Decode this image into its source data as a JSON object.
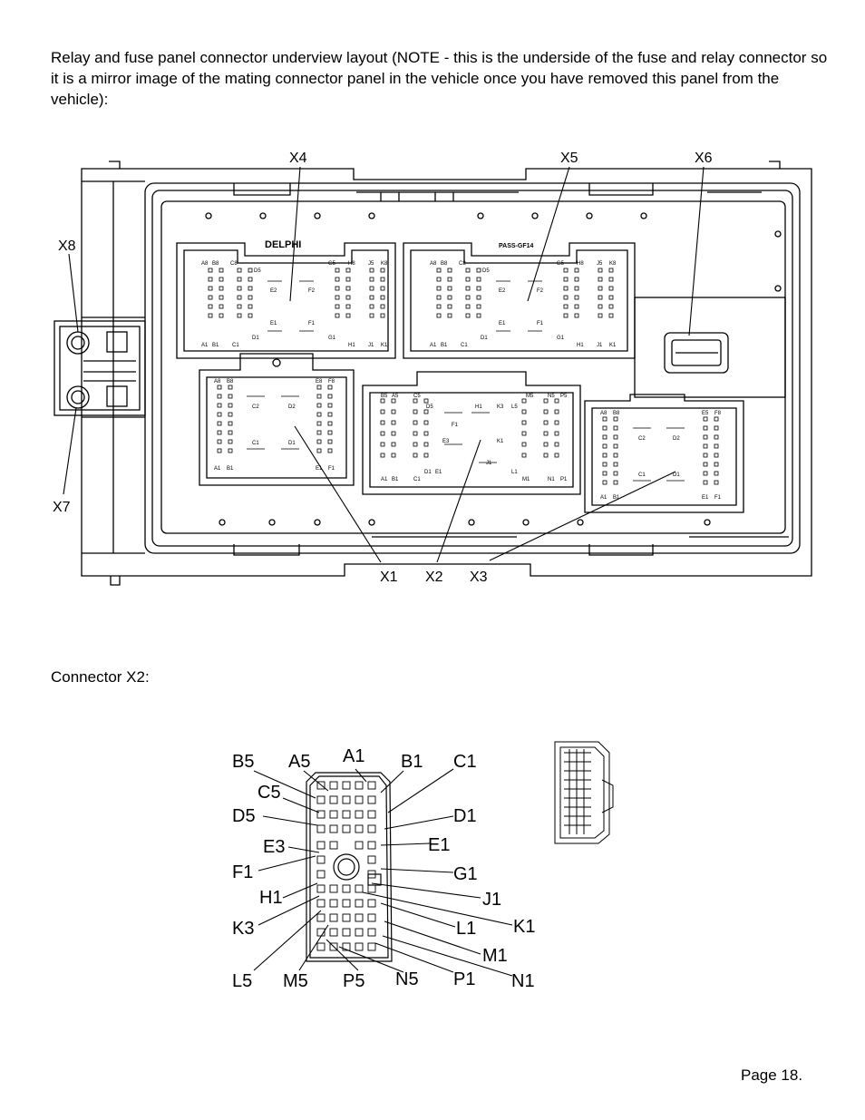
{
  "intro_text": "Relay and fuse panel connector underview layout (NOTE - this is the underside of the fuse and relay connector so it is a mirror image of the mating connector panel in the vehicle once you have removed this panel from the vehicle):",
  "panel_diagram": {
    "brand_label": "DELPHI",
    "part_label": "PASS-GF14",
    "callouts": [
      "X4",
      "X5",
      "X6",
      "X8",
      "X7",
      "X1",
      "X2",
      "X3"
    ],
    "connector_x4_pins": [
      "A8",
      "B8",
      "C8",
      "D5",
      "G5",
      "H8",
      "J5",
      "K8",
      "E2",
      "F2",
      "E1",
      "F1",
      "A1",
      "B1",
      "C1",
      "D1",
      "G1",
      "H1",
      "J1",
      "K1"
    ],
    "connector_x5_pins": [
      "A8",
      "B8",
      "C8",
      "D5",
      "G5",
      "H8",
      "J5",
      "K8",
      "E2",
      "F2",
      "E1",
      "F1",
      "A1",
      "B1",
      "C1",
      "D1",
      "G1",
      "H1",
      "J1",
      "K1"
    ],
    "connector_x1_pins": [
      "A8",
      "B8",
      "E8",
      "F8",
      "C2",
      "D2",
      "C1",
      "D1",
      "A1",
      "B1",
      "E1",
      "F1"
    ],
    "connector_x2_pins": [
      "A5",
      "B5",
      "C5",
      "D5",
      "H1",
      "K3",
      "L5",
      "M5",
      "N5",
      "P5",
      "F1",
      "E3",
      "K1",
      "J1",
      "A1",
      "B1",
      "C1",
      "D1",
      "E1",
      "L1",
      "M1",
      "N1",
      "P1"
    ],
    "connector_x3_pins": [
      "A8",
      "B8",
      "E5",
      "F8",
      "C2",
      "D2",
      "C1",
      "D1",
      "A1",
      "B1",
      "E1",
      "F1"
    ]
  },
  "section_label": "Connector X2:",
  "x2_diagram": {
    "left_labels": [
      "B5",
      "A5",
      "A1",
      "B1",
      "C1",
      "C5",
      "D5",
      "D1",
      "E3",
      "E1",
      "F1",
      "G1",
      "H1",
      "J1",
      "K3",
      "K1",
      "L1",
      "M1",
      "L5",
      "M5",
      "P5",
      "N5",
      "P1",
      "N1"
    ]
  },
  "page_number": "Page 18."
}
